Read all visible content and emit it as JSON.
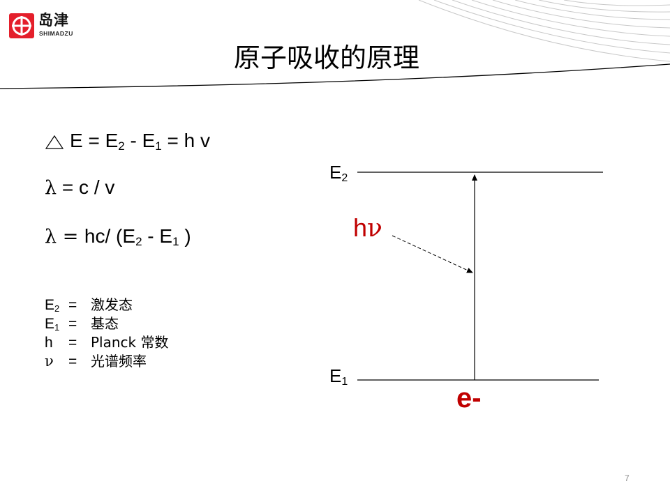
{
  "header": {
    "logo_cn": "岛津",
    "logo_en": "SHIMADZU",
    "title": "原子吸收的原理"
  },
  "equations": {
    "eq1": {
      "lhs": "E = E",
      "sub_a": "2",
      "mid": " - E",
      "sub_b": "1",
      "rhs": " = h v"
    },
    "eq2": {
      "lambda": "λ",
      "rest": " = c / v"
    },
    "eq3": {
      "lambda": "λ",
      "eq": " = ",
      "pre": "hc/ (E",
      "sub_a": "2",
      "mid": " - E",
      "sub_b": "1",
      "post": " )"
    }
  },
  "definitions": [
    {
      "sym": "E",
      "sub": "2",
      "eq": "=",
      "value": "激发态"
    },
    {
      "sym": "E",
      "sub": "1",
      "eq": "=",
      "value": "基态"
    },
    {
      "sym": "h",
      "eq": "=",
      "value": "Planck 常数"
    },
    {
      "sym": "ν",
      "eq": "=",
      "value": "光谱频率"
    }
  ],
  "diagram": {
    "upper_level": {
      "letter": "E",
      "sub": "2"
    },
    "lower_level": {
      "letter": "E",
      "sub": "1"
    },
    "photon": {
      "h": "h",
      "nu": "ν"
    },
    "electron": "e-"
  },
  "page_number": "7",
  "colors": {
    "accent_red": "#c00000",
    "logo_red": "#e41f2b",
    "deco_gray": "#c8c8c8"
  }
}
